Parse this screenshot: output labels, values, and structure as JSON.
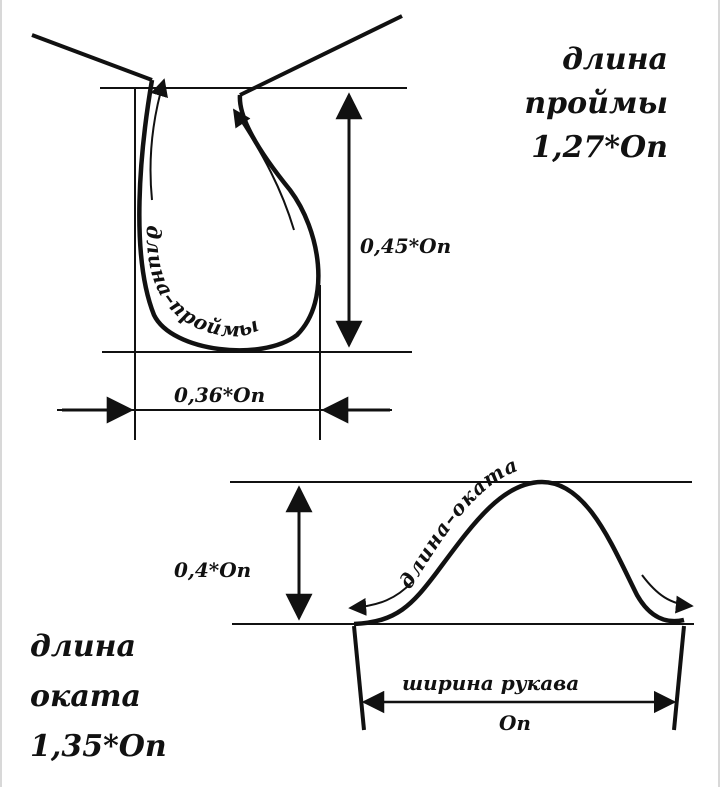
{
  "armhole": {
    "title_lines": [
      "длина",
      "проймы",
      "1,27*Оп"
    ],
    "depth_label": "0,45*Оп",
    "width_label": "0,36*Оп",
    "curve_label": "длина–проймы"
  },
  "sleeve_cap": {
    "title_lines": [
      "длина",
      "оката",
      "1,35*Оп"
    ],
    "height_label": "0,4*Оп",
    "curve_label": "длина–оката",
    "width_label": "ширина рукава",
    "width_value": "Оп"
  },
  "colors": {
    "ink": "#111111",
    "background": "#ffffff"
  }
}
